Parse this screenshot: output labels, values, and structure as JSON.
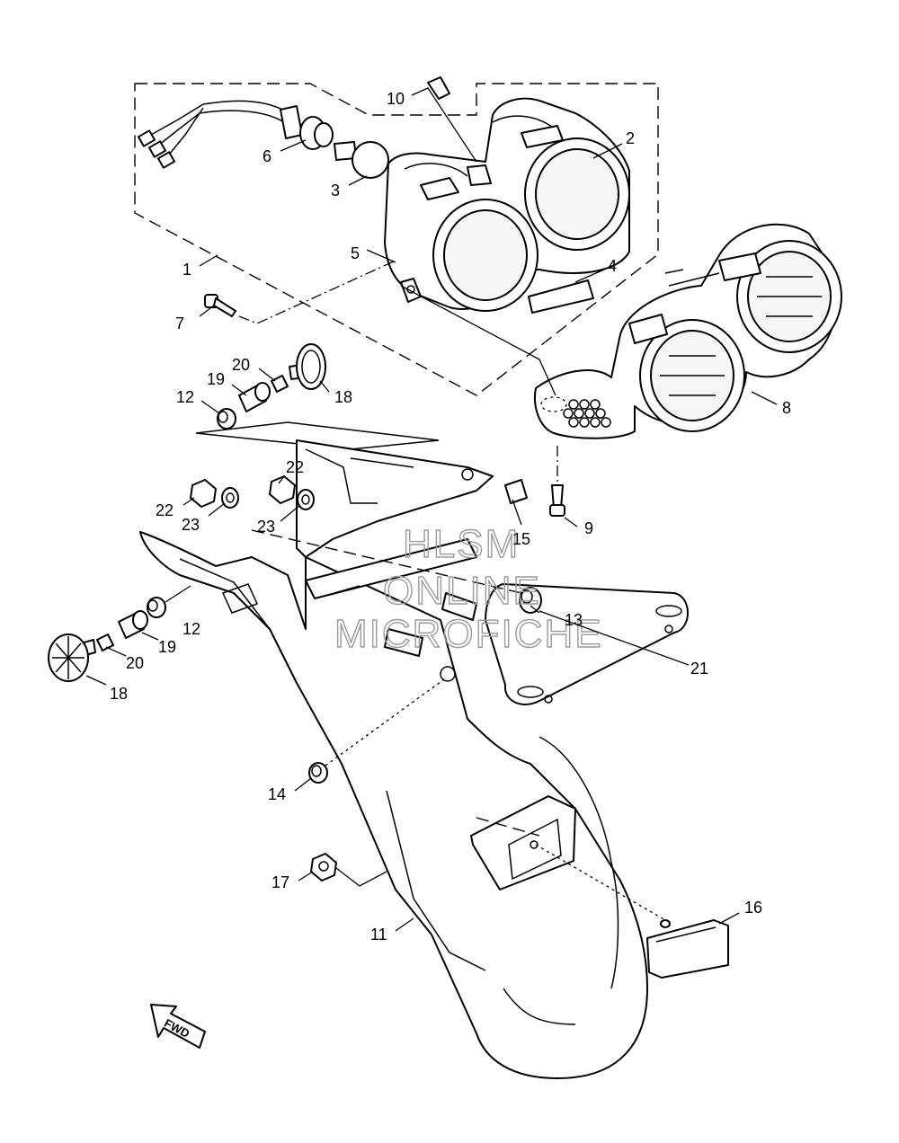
{
  "callouts": [
    {
      "id": "1",
      "label": "1"
    },
    {
      "id": "2",
      "label": "2"
    },
    {
      "id": "3",
      "label": "3"
    },
    {
      "id": "4",
      "label": "4"
    },
    {
      "id": "5",
      "label": "5"
    },
    {
      "id": "6",
      "label": "6"
    },
    {
      "id": "7",
      "label": "7"
    },
    {
      "id": "8",
      "label": "8"
    },
    {
      "id": "9",
      "label": "9"
    },
    {
      "id": "10",
      "label": "10"
    },
    {
      "id": "11",
      "label": "11"
    },
    {
      "id": "12a",
      "label": "12"
    },
    {
      "id": "12b",
      "label": "12"
    },
    {
      "id": "13",
      "label": "13"
    },
    {
      "id": "14",
      "label": "14"
    },
    {
      "id": "15",
      "label": "15"
    },
    {
      "id": "16",
      "label": "16"
    },
    {
      "id": "17",
      "label": "17"
    },
    {
      "id": "18a",
      "label": "18"
    },
    {
      "id": "18b",
      "label": "18"
    },
    {
      "id": "19a",
      "label": "19"
    },
    {
      "id": "19b",
      "label": "19"
    },
    {
      "id": "20a",
      "label": "20"
    },
    {
      "id": "20b",
      "label": "20"
    },
    {
      "id": "21",
      "label": "21"
    },
    {
      "id": "22a",
      "label": "22"
    },
    {
      "id": "22b",
      "label": "22"
    },
    {
      "id": "23a",
      "label": "23"
    },
    {
      "id": "23b",
      "label": "23"
    }
  ],
  "watermark": {
    "line1": "HLSM",
    "line2": "ONLINE",
    "line3": "MICROFICHE"
  },
  "direction_arrow": {
    "label": "FWD",
    "icon": "fwd-arrow-icon"
  }
}
